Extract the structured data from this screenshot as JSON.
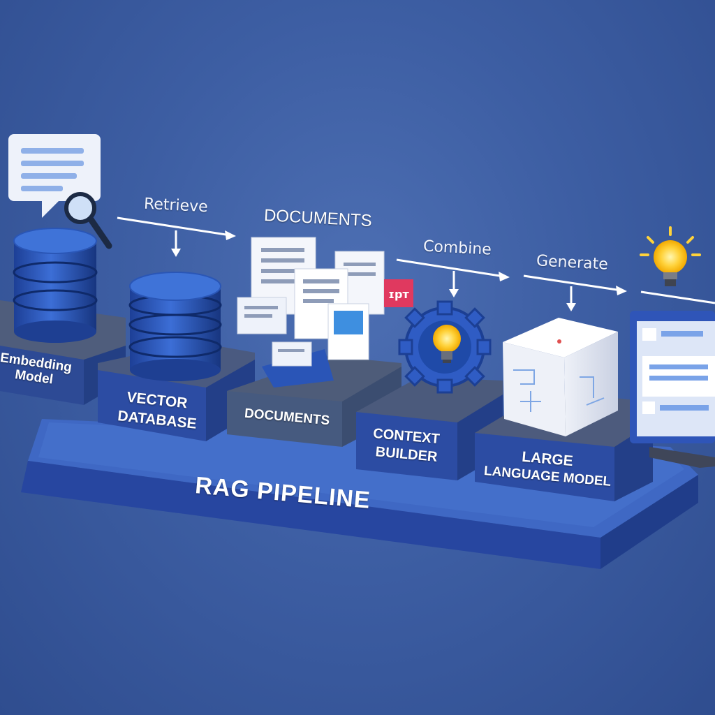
{
  "diagram": {
    "title": "RAG PIPELINE",
    "arrow_labels": {
      "retrieve": "Retrieve",
      "documents": "DOCUMENTS",
      "combine": "Combine",
      "generate": "Generate"
    },
    "blocks": {
      "embedding_model": "Embedding Model",
      "vector_database_line1": "VECTOR",
      "vector_database_line2": "DATABASE",
      "documents": "DOCUMENTS",
      "context_builder_line1": "CONTEXT",
      "context_builder_line2": "BUILDER",
      "llm_line1": "LARGE",
      "llm_line2": "LANGUAGE MODEL"
    },
    "tag_text": "ɪpᴛ"
  },
  "colors": {
    "background": "#3d5ea3",
    "platform_top": "#3c64c0",
    "platform_side": "#2a4a9a",
    "block_top": "#465a82",
    "block_front": "#2c4c9e",
    "cylinder": "#2d55b8",
    "bulb": "#ffd23a",
    "arrow": "#ffffff"
  }
}
